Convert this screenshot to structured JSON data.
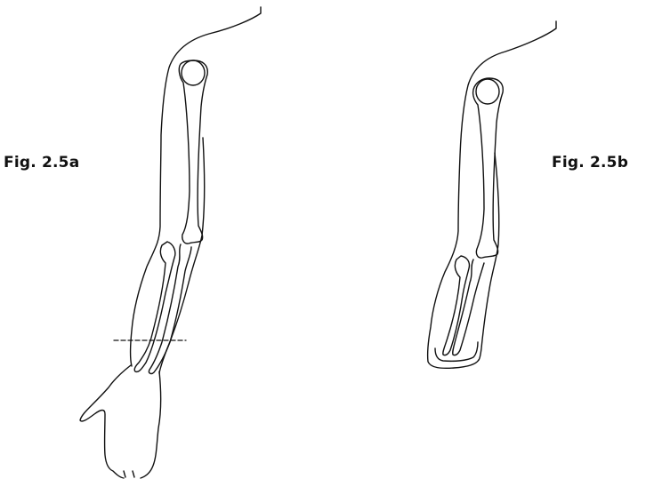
{
  "figures": [
    {
      "id": "a",
      "label": "Fig. 2.5a"
    },
    {
      "id": "b",
      "label": "Fig. 2.5b"
    }
  ]
}
